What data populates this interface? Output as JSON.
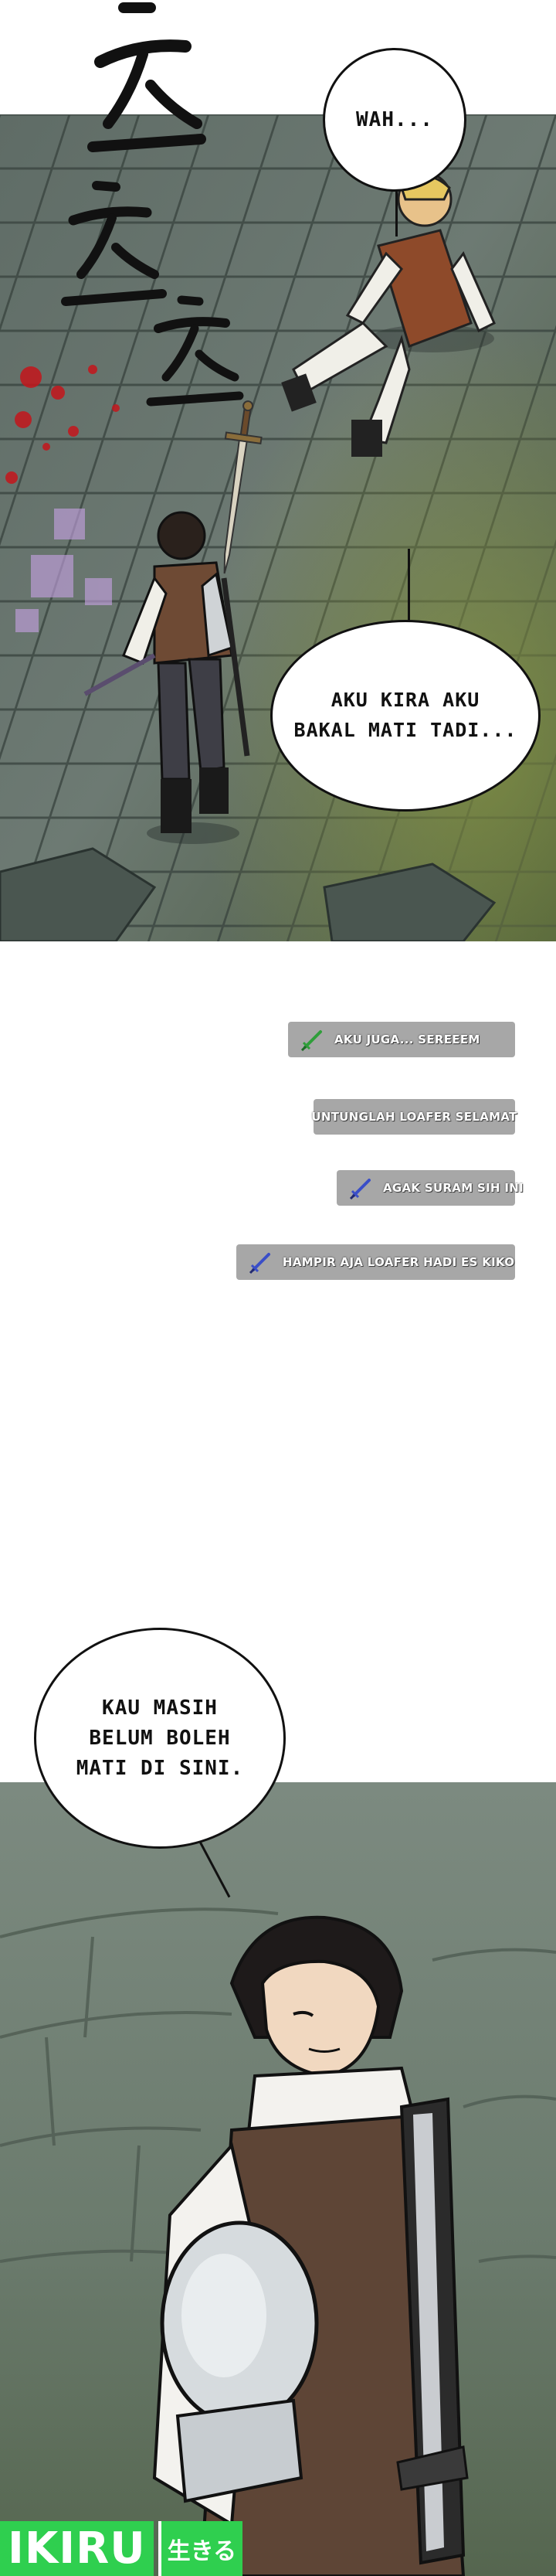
{
  "panel_1": {
    "sfx": [
      "ㅊ",
      "ㅊ",
      "ㅊ"
    ],
    "bubble_wah": "WAH...",
    "bubble_thought_dead": "AKU KIRA AKU\nBAKAL MATI TADI..."
  },
  "chat": {
    "messages": [
      {
        "text": "AKU JUGA... SEREEEM",
        "icon": "green-sword-icon"
      },
      {
        "text": "UNTUNGLAH LOAFER SELAMAT",
        "icon": ""
      },
      {
        "text": "AGAK SURAM SIH INI",
        "icon": "blue-sword-icon"
      },
      {
        "text": "HAMPIR AJA LOAFER HADI ES KIKO",
        "icon": "blue-sword-icon"
      }
    ]
  },
  "panel_2": {
    "bubble_not_die": "KAU MASIH\nBELUM BOLEH\nMATI DI SINI."
  },
  "watermark": {
    "main": "IKIRU",
    "sub": "生きる"
  },
  "colors": {
    "chat_bg": "#a7a7a7",
    "green_sword": "#2f9e3a",
    "blue_sword": "#3a4ec8",
    "watermark_green": "#2fcf4f",
    "blood": "#c4161c"
  }
}
